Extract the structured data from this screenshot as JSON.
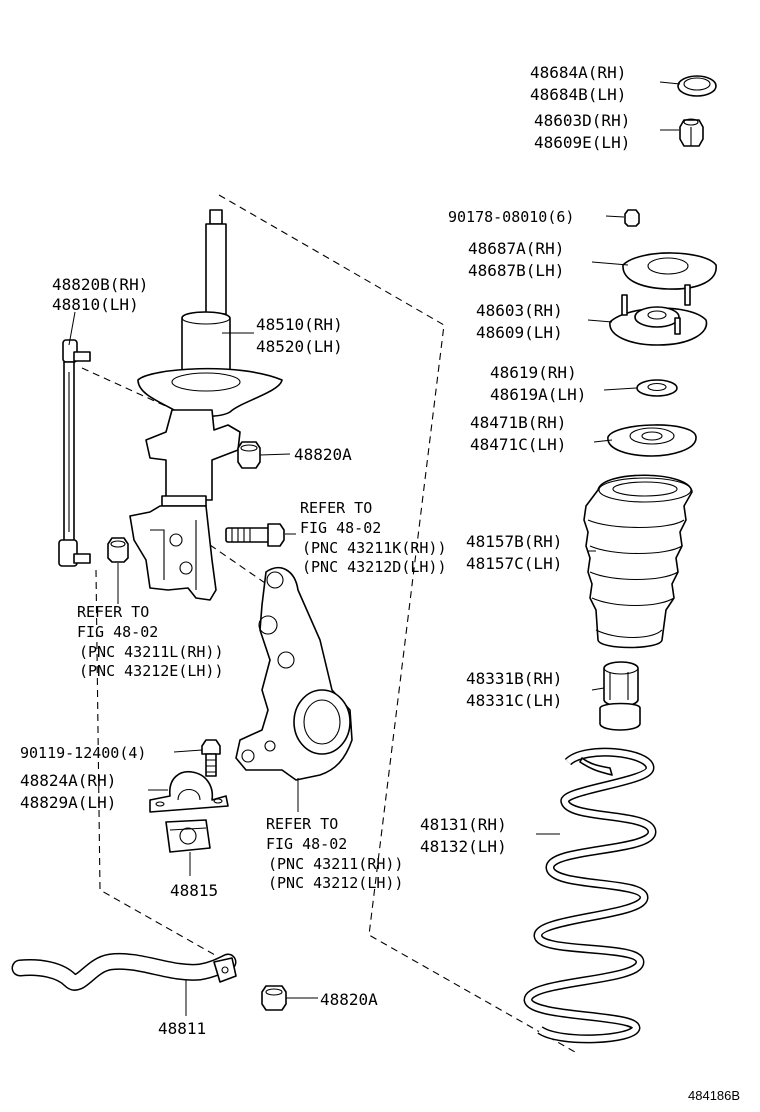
{
  "labels": {
    "p48684": [
      "48684A(RH)",
      "48684B(LH)"
    ],
    "p48603d": [
      "48603D(RH)",
      "48609E(LH)"
    ],
    "p90178": "90178-08010(6)",
    "p48687": [
      "48687A(RH)",
      "48687B(LH)"
    ],
    "p48603": [
      "48603(RH)",
      "48609(LH)"
    ],
    "p48619": [
      "48619(RH)",
      "48619A(LH)"
    ],
    "p48471": [
      "48471B(RH)",
      "48471C(LH)"
    ],
    "p48157": [
      "48157B(RH)",
      "48157C(LH)"
    ],
    "p48331": [
      "48331B(RH)",
      "48331C(LH)"
    ],
    "p48131": [
      "48131(RH)",
      "48132(LH)"
    ],
    "p48820b": [
      "48820B(RH)",
      "48810(LH)"
    ],
    "p48510": [
      "48510(RH)",
      "48520(LH)"
    ],
    "p48820a_top": "48820A",
    "p48820a_bottom": "48820A",
    "p90119": "90119-12400(4)",
    "p48824": [
      "48824A(RH)",
      "48829A(LH)"
    ],
    "p48815": "48815",
    "p48811": "48811"
  },
  "refs": {
    "ref_knuckle_bolt": [
      "REFER TO",
      "FIG 48-02",
      "(PNC 43211K(RH))",
      "(PNC 43212D(LH))"
    ],
    "ref_nut": [
      "REFER TO",
      "FIG 48-02",
      "(PNC 43211L(RH))",
      "(PNC 43212E(LH))"
    ],
    "ref_knuckle": [
      "REFER TO",
      "FIG 48-02",
      "(PNC 43211(RH))",
      "(PNC 43212(LH))"
    ]
  },
  "figure_code": "484186B"
}
